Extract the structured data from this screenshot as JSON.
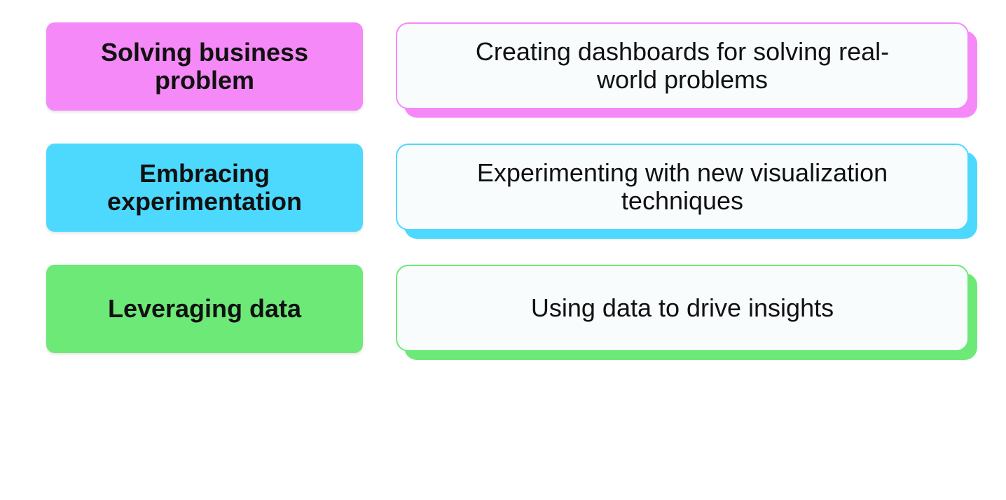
{
  "rows": [
    {
      "label": "Solving business problem",
      "description": "Creating dashboards for solving real-world problems",
      "color": "#f589f7"
    },
    {
      "label": "Embracing experimentation",
      "description": "Experimenting with new visualization techniques",
      "color": "#4dd9fe"
    },
    {
      "label": "Leveraging data",
      "description": "Using data to drive insights",
      "color": "#6de978"
    }
  ]
}
